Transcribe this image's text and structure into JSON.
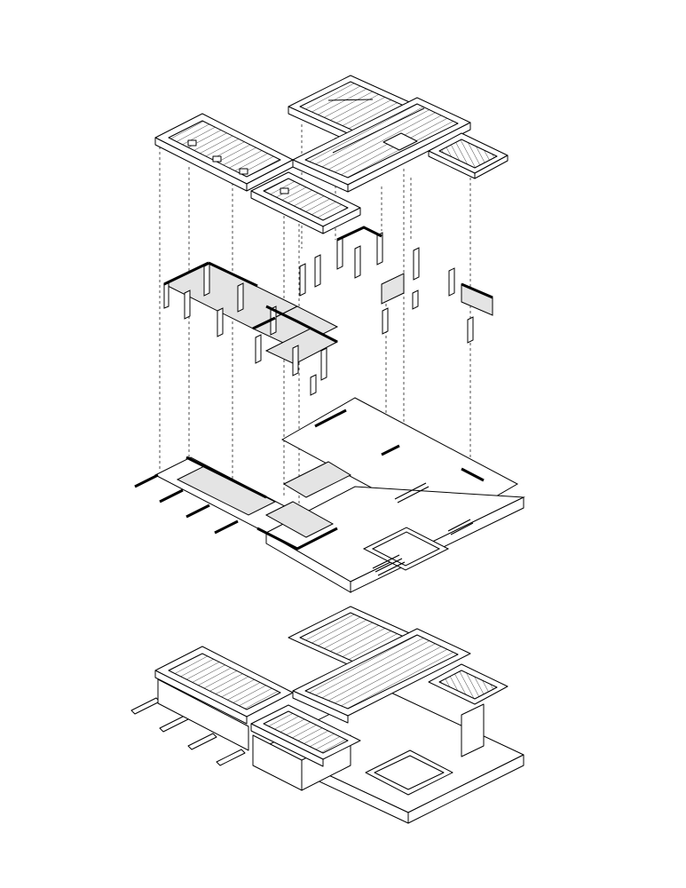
{
  "diagram": {
    "style": "exploded-axonometric",
    "background": "#ffffff",
    "line_color": "#000000",
    "fill_color": "#ffffff",
    "shade_color": "#e4e4e4",
    "layers": [
      {
        "id": "roof-layer",
        "components": [
          "hip-roof-left-wing",
          "hip-roof-front-block",
          "hip-roof-rear-pavilion",
          "hip-roof-main-hall",
          "skylight",
          "pergola-grid",
          "roof-vents"
        ]
      },
      {
        "id": "wall-layer",
        "components": [
          "interior-walls-left-wing",
          "interior-walls-center",
          "freestanding-columns",
          "shaded-wall-panels"
        ]
      },
      {
        "id": "floor-plan-layer",
        "components": [
          "floor-slab",
          "shaded-rooms",
          "terrace-stairs",
          "swimming-pool",
          "beam-projections"
        ]
      },
      {
        "id": "assembled-model",
        "components": [
          "assembled-roofs",
          "assembled-walls",
          "assembled-base",
          "pool",
          "pergola"
        ]
      }
    ],
    "guide_lines": "dashed-vertical-alignment"
  }
}
